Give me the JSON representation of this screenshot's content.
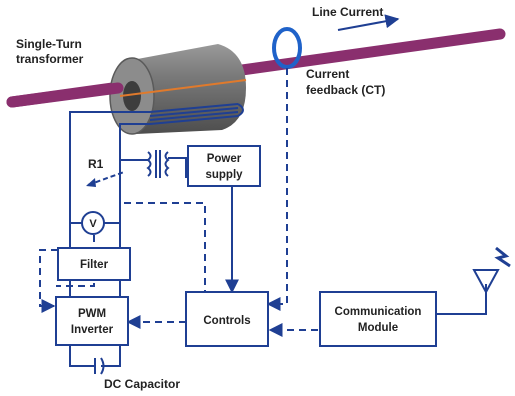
{
  "labels": {
    "line_current": "Line Current",
    "single_turn_1": "Single-Turn",
    "single_turn_2": "transformer",
    "current_feedback_1": "Current",
    "current_feedback_2": "feedback (CT)",
    "r1": "R1",
    "v": "V",
    "power_supply_1": "Power",
    "power_supply_2": "supply",
    "filter": "Filter",
    "pwm_1": "PWM",
    "pwm_2": "Inverter",
    "controls": "Controls",
    "comm_1": "Communication",
    "comm_2": "Module",
    "dc_capacitor": "DC Capacitor"
  },
  "colors": {
    "line": "#1f3f93",
    "conductor": "#8a2f6e",
    "core": "#6d6d6d",
    "ct_ring": "#1f62c9",
    "text": "#222222"
  }
}
